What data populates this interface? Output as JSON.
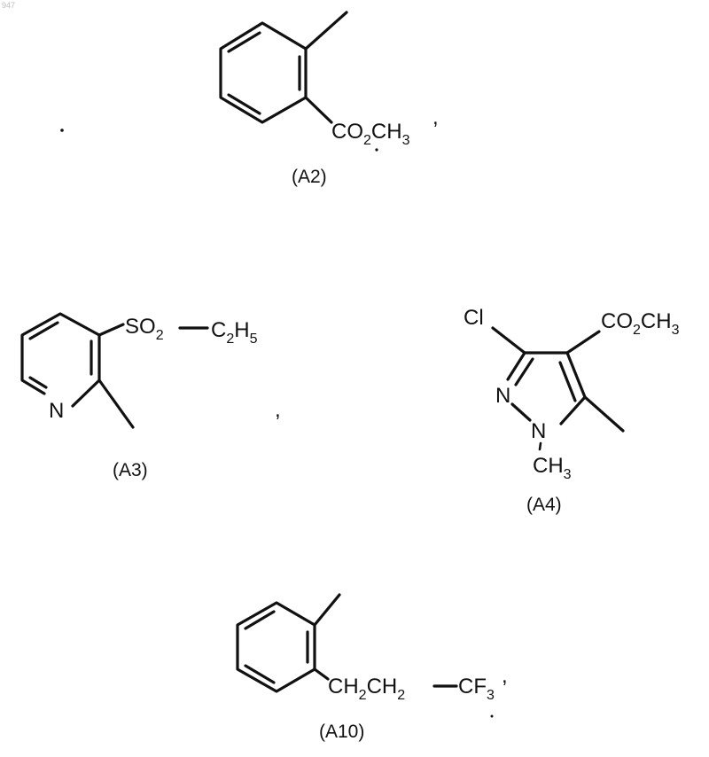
{
  "page_number": "947",
  "structures": {
    "a2": {
      "label": "(A2)",
      "group": {
        "main1": "CO",
        "sub1": "2",
        "main2": "CH",
        "sub2": "3"
      },
      "comma": ","
    },
    "a3": {
      "label": "(A3)",
      "ring_atom": "N",
      "group": {
        "so": "SO",
        "so_sub": "2",
        "c": "C",
        "c_sub": "2",
        "h": "H",
        "h_sub": "5"
      },
      "comma": ","
    },
    "a4": {
      "label": "(A4)",
      "cl": "Cl",
      "n2": "N",
      "n1": "N",
      "methyl": {
        "main": "CH",
        "sub": "3"
      },
      "group": {
        "main1": "CO",
        "sub1": "2",
        "main2": "CH",
        "sub2": "3"
      }
    },
    "a10": {
      "label": "(A10)",
      "group": {
        "ch": "CH",
        "s1": "2",
        "ch2": "CH",
        "s2": "2",
        "cf": "CF",
        "s3": "3"
      },
      "comma": ","
    }
  }
}
